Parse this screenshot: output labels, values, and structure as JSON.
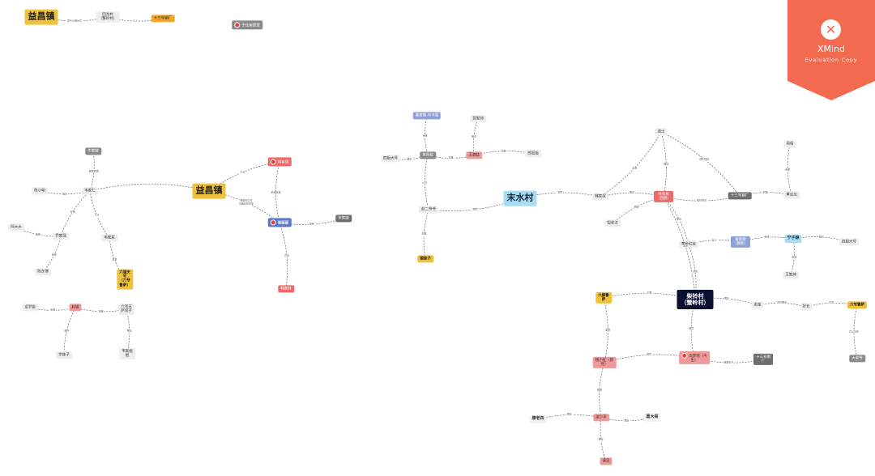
{
  "nodes": [
    {
      "id": "yichang_top",
      "text": "益昌镇",
      "style": "bigy"
    },
    {
      "id": "huilong_top",
      "text": "回龙村\n（蟹岭村）",
      "style": "plain"
    },
    {
      "id": "shisan_top",
      "text": "十三号钢厂",
      "style": "orange"
    },
    {
      "id": "legend",
      "text": "于仕美密室",
      "style": "gray",
      "marker": true
    },
    {
      "id": "yichang_mid",
      "text": "益昌镇",
      "style": "bigy"
    },
    {
      "id": "liyou_mid",
      "text": "林有德",
      "style": "red",
      "marker": true
    },
    {
      "id": "zhanglili",
      "text": "张丽丽",
      "style": "blue",
      "marker": true
    },
    {
      "id": "songjia",
      "text": "宋家嫂",
      "style": "dgray"
    },
    {
      "id": "niu_s",
      "text": "牛家嫂",
      "style": "gray"
    },
    {
      "id": "chen_s",
      "text": "陈小明",
      "style": "plain"
    },
    {
      "id": "hub_l",
      "text": "韦家仁",
      "style": "plain"
    },
    {
      "id": "dabiao",
      "text": "阿大大",
      "style": "plain"
    },
    {
      "id": "qiao",
      "text": "乔家强",
      "style": "plain"
    },
    {
      "id": "dongbo",
      "text": "陈东博",
      "style": "plain"
    },
    {
      "id": "lizhi",
      "text": "韦家宸",
      "style": "plain"
    },
    {
      "id": "liuyaojia",
      "text": "六强天\n号\n（六爷\n鲁萨）",
      "style": "yellow"
    },
    {
      "id": "zhaoluo",
      "text": "赵铎",
      "style": "pink"
    },
    {
      "id": "cuiluo",
      "text": "卓罗姐",
      "style": "plain"
    },
    {
      "id": "redn",
      "text": "韩家妹",
      "style": "red"
    },
    {
      "id": "liuyao_r",
      "text": "六爷天\n萨叔子",
      "style": "plain"
    },
    {
      "id": "luowu",
      "text": "罗妹子",
      "style": "plain"
    },
    {
      "id": "shuxin",
      "text": "韦家姐\n姐",
      "style": "plain"
    },
    {
      "id": "mj_tr",
      "text": "董家顺 中卡里",
      "style": "lblue"
    },
    {
      "id": "qin",
      "text": "贾家帅",
      "style": "plain"
    },
    {
      "id": "lanmo",
      "text": "四姐大号",
      "style": "plain"
    },
    {
      "id": "zhu",
      "text": "朱阳伯",
      "style": "gray"
    },
    {
      "id": "wang",
      "text": "王淑姑",
      "style": "pink"
    },
    {
      "id": "fanye",
      "text": "郎辰姐",
      "style": "plain"
    },
    {
      "id": "liuerku",
      "text": "赵二爷爷",
      "style": "plain"
    },
    {
      "id": "dunzi",
      "text": "钢妹子",
      "style": "yellow"
    },
    {
      "id": "moshui",
      "text": "末水村",
      "style": "bigc"
    },
    {
      "id": "daoshi",
      "text": "道士",
      "style": "plain"
    },
    {
      "id": "zhang_m",
      "text": "韩家叔",
      "style": "plain"
    },
    {
      "id": "red_c",
      "text": "林有林\n（回想）",
      "style": "red"
    },
    {
      "id": "ni",
      "text": "倪老汉",
      "style": "plain"
    },
    {
      "id": "shisan_r",
      "text": "十三号钢厂",
      "style": "dgray"
    },
    {
      "id": "jiaoji",
      "text": "周伯",
      "style": "plain"
    },
    {
      "id": "jiao_d",
      "text": "黄瓜瓜",
      "style": "plain"
    },
    {
      "id": "kuanhong",
      "text": "黄色红宝",
      "style": "plain"
    },
    {
      "id": "dugu",
      "text": "蒙家娘\n（钢脸）",
      "style": "lblue"
    },
    {
      "id": "ningzi",
      "text": "宁子娘",
      "style": "cyan"
    },
    {
      "id": "sisi",
      "text": "四姐大号",
      "style": "plain"
    },
    {
      "id": "jiamei",
      "text": "王家婶",
      "style": "plain"
    },
    {
      "id": "chaihu",
      "text": "柴铃村\n（蟹岭村）",
      "style": "navy"
    },
    {
      "id": "liuyao_b",
      "text": "六脚鲁\n萨",
      "style": "yellow"
    },
    {
      "id": "zhao_xin",
      "text": "走库",
      "style": "plain"
    },
    {
      "id": "shaohe",
      "text": "好长",
      "style": "plain"
    },
    {
      "id": "liuyaoxi",
      "text": "六爷鲁萨",
      "style": "yellow"
    },
    {
      "id": "dalao",
      "text": "大老爷",
      "style": "gray"
    },
    {
      "id": "yanglin",
      "text": "杨小红（新\n党）",
      "style": "pink"
    },
    {
      "id": "gaojm",
      "text": "高梦瑶（今\n生）",
      "style": "pink",
      "marker": true
    },
    {
      "id": "shisan_b",
      "text": "十三号钢\n厂",
      "style": "dgray"
    },
    {
      "id": "liangshao",
      "text": "梁少平",
      "style": "pink"
    },
    {
      "id": "kanglaosi",
      "text": "康老四",
      "style": "txt"
    },
    {
      "id": "ge",
      "text": "葛大哥",
      "style": "txt"
    },
    {
      "id": "yan",
      "text": "演见",
      "style": "pink"
    }
  ],
  "edges": [
    {
      "from": "yichang_top",
      "to": "huilong_top",
      "label": "家乡认祖仪式"
    },
    {
      "from": "huilong_top",
      "to": "shisan_top",
      "label": "工人"
    },
    {
      "from": "liyou_mid",
      "to": "yichang_mid",
      "label": "乡长"
    },
    {
      "from": "liyou_mid",
      "to": "zhanglili",
      "label": "前任夫妻"
    },
    {
      "from": "zhanglili",
      "to": "yichang_mid",
      "label": "警察的工作\n与镇长的关系"
    },
    {
      "from": "zhanglili",
      "to": "songjia",
      "label": "母亲"
    },
    {
      "from": "redn",
      "to": "zhanglili",
      "label": "丈夫"
    },
    {
      "from": "yichang_mid",
      "to": "hub_l",
      "label": ""
    },
    {
      "from": "hub_l",
      "to": "niu_s",
      "label": "韩家的家"
    },
    {
      "from": "chen_s",
      "to": "hub_l",
      "label": "姐夫"
    },
    {
      "from": "hub_l",
      "to": "qiao",
      "label": "兄弟"
    },
    {
      "from": "dabiao",
      "to": "qiao",
      "label": "爸爸"
    },
    {
      "from": "dongbo",
      "to": "qiao",
      "label": "亲戚"
    },
    {
      "from": "hub_l",
      "to": "lizhi",
      "label": "儿子"
    },
    {
      "from": "lizhi",
      "to": "liuyaojia",
      "label": "爱慕"
    },
    {
      "from": "cuiluo",
      "to": "zhaoluo",
      "label": "亲戚"
    },
    {
      "from": "zhaoluo",
      "to": "liuyao_r",
      "label": "互相"
    },
    {
      "from": "zhaoluo",
      "to": "luowu",
      "label": "暗中"
    },
    {
      "from": "shuxin",
      "to": "liuyao_r",
      "label": "朋友"
    },
    {
      "from": "mj_tr",
      "to": "zhu",
      "label": "亲戚"
    },
    {
      "from": "lanmo",
      "to": "zhu",
      "label": "朋友"
    },
    {
      "from": "zhu",
      "to": "wang",
      "label": "夫妻"
    },
    {
      "from": "qin",
      "to": "wang",
      "label": "相识"
    },
    {
      "from": "fanye",
      "to": "wang",
      "label": "同事"
    },
    {
      "from": "zhu",
      "to": "liuerku",
      "label": "父子"
    },
    {
      "from": "liuerku",
      "to": "moshui",
      "label": "村民"
    },
    {
      "from": "liuerku",
      "to": "dunzi",
      "label": "夫妻"
    },
    {
      "from": "zhang_m",
      "to": "moshui",
      "label": "村民"
    },
    {
      "from": "zhang_m",
      "to": "daoshi",
      "label": "请求"
    },
    {
      "from": "red_c",
      "to": "daoshi",
      "label": "邀请"
    },
    {
      "from": "shisan_r",
      "to": "daoshi",
      "label": "偶尔拜访"
    },
    {
      "from": "red_c",
      "to": "zhang_m",
      "label": "朋友"
    },
    {
      "from": "red_c",
      "to": "shisan_r",
      "label": "偶尔拜访"
    },
    {
      "from": "jiao_d",
      "to": "shisan_r",
      "label": "同事"
    },
    {
      "from": "jiaoji",
      "to": "jiao_d",
      "label": "亲属"
    },
    {
      "from": "red_c",
      "to": "ni",
      "label": "朋友"
    },
    {
      "from": "chaihu",
      "to": "red_c",
      "label": "出走"
    },
    {
      "from": "kuanhong",
      "to": "red_c",
      "label": "朋友"
    },
    {
      "from": "dugu",
      "to": "kuanhong",
      "label": "友人"
    },
    {
      "from": "ningzi",
      "to": "dugu",
      "label": "亲戚"
    },
    {
      "from": "sisi",
      "to": "ningzi",
      "label": "相识"
    },
    {
      "from": "jiamei",
      "to": "ningzi",
      "label": "亲戚"
    },
    {
      "from": "chaihu",
      "to": "kuanhong",
      "label": "村民"
    },
    {
      "from": "chaihu",
      "to": "liuyao_b",
      "label": "村民"
    },
    {
      "from": "zhao_xin",
      "to": "chaihu",
      "label": "朋友"
    },
    {
      "from": "shaohe",
      "to": "zhao_xin",
      "label": "同村朋友"
    },
    {
      "from": "liuyaoxi",
      "to": "shaohe",
      "label": "约见"
    },
    {
      "from": "liuyaoxi",
      "to": "dalao",
      "label": "养父关系"
    },
    {
      "from": "yanglin",
      "to": "liuyao_b",
      "label": "爱慕"
    },
    {
      "from": "chaihu",
      "to": "gaojm",
      "label": "前世"
    },
    {
      "from": "gaojm",
      "to": "yanglin",
      "label": "前世"
    },
    {
      "from": "gaojm",
      "to": "shisan_b",
      "label": "结婚生子"
    },
    {
      "from": "yanglin",
      "to": "liangshao",
      "label": "情侣"
    },
    {
      "from": "liangshao",
      "to": "kanglaosi",
      "label": "朋友"
    },
    {
      "from": "liangshao",
      "to": "ge",
      "label": "朋友"
    },
    {
      "from": "liangshao",
      "to": "yan",
      "label": "朋友"
    }
  ],
  "watermark": {
    "logo": "✕",
    "name": "XMind",
    "subtitle": "Evaluation Copy",
    "color": "#f26b50"
  },
  "colors": {
    "edge": "#5a6a7a"
  }
}
